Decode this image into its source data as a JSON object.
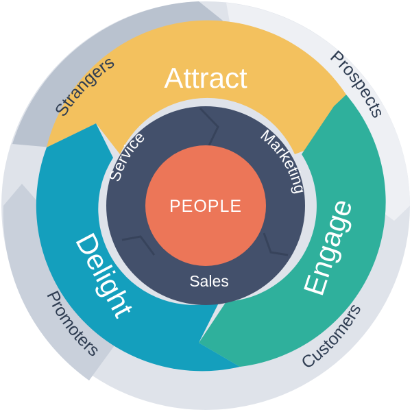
{
  "outer_ring": {
    "labels": [
      "Strangers",
      "Prospects",
      "Customers",
      "Promoters"
    ]
  },
  "stages": {
    "attract": "Attract",
    "engage": "Engage",
    "delight": "Delight"
  },
  "inner_ring": {
    "labels": [
      "Service",
      "Marketing",
      "Sales"
    ]
  },
  "center": {
    "label": "PEOPLE"
  },
  "colors": {
    "outer_ring": "#dfe3ea",
    "outer_arrow": "#b9c2cf",
    "attract": "#f3c15e",
    "engage": "#2fb09c",
    "delight": "#149fbd",
    "inner_ring": "#43506b",
    "center": "#ec7658",
    "outer_text": "#2f3d52"
  }
}
